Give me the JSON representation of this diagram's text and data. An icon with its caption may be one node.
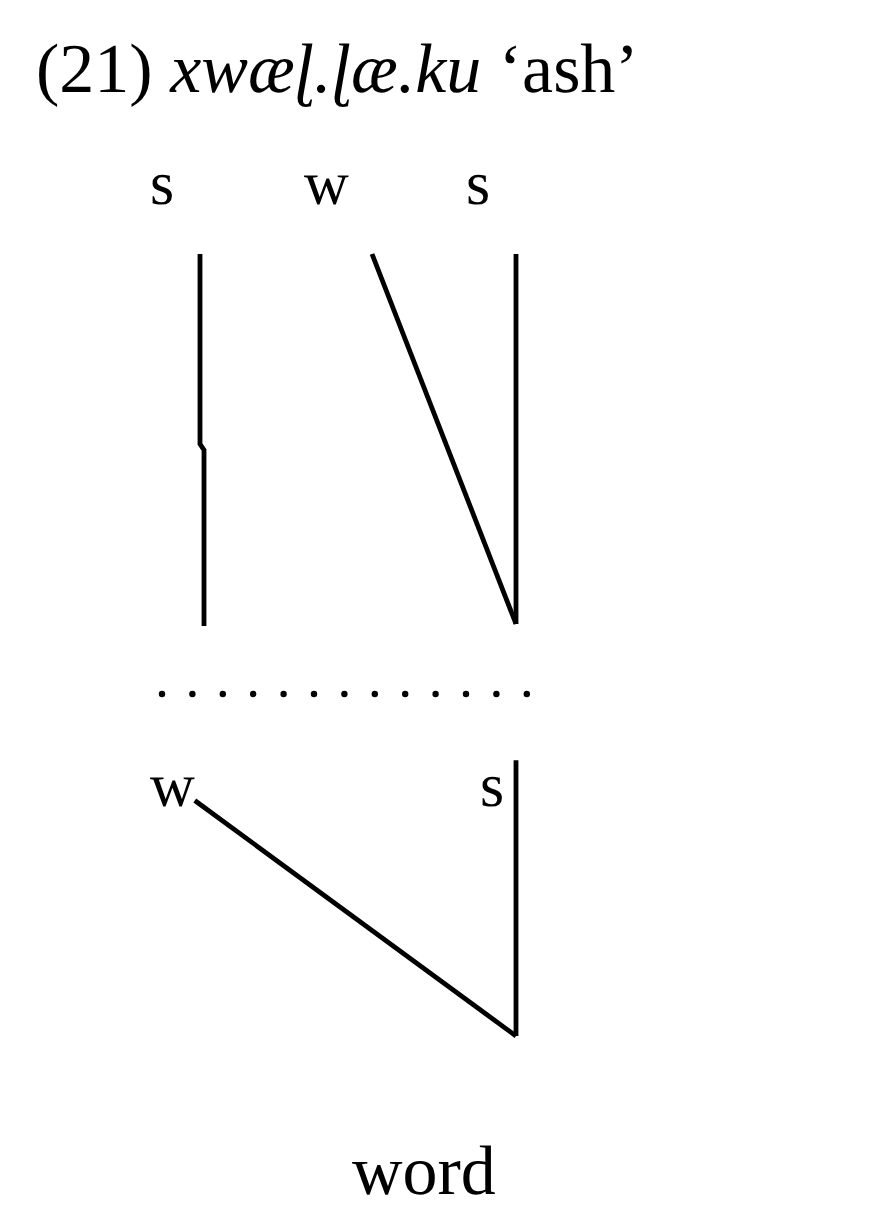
{
  "diagram": {
    "title": "(21) *xwæɭ.ɭæ.ku* ‘ash’",
    "nodes": [
      {
        "text": [
          "s"
        ]
      },
      {
        "text": [
          "w"
        ]
      },
      {
        "text": [
          "s"
        ]
      },
      {
        "text": [
          "w"
        ]
      },
      {
        "text": [
          "s"
        ]
      },
      {
        "text": [
          "word"
        ]
      }
    ],
    "edges": [
      {
        "from": 0,
        "to": null,
        "arrow": "none"
      },
      {
        "from": 1,
        "to": null,
        "arrow": "none"
      },
      {
        "from": 2,
        "to": null,
        "arrow": "none"
      },
      {
        "from": 3,
        "to": null,
        "arrow": "none"
      },
      {
        "from": 4,
        "to": null,
        "arrow": "none"
      }
    ]
  }
}
